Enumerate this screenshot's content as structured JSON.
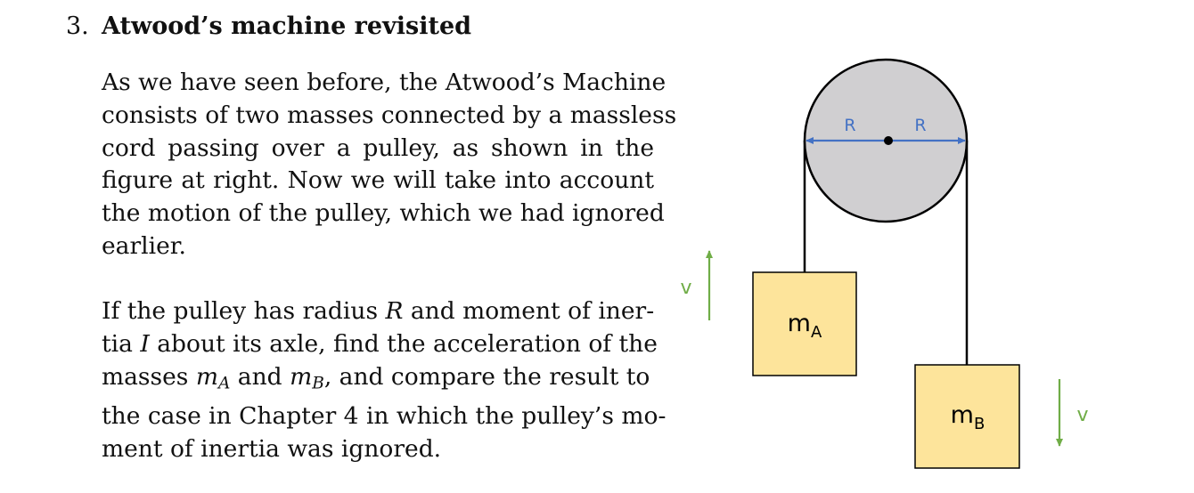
{
  "problem": {
    "number": "3.",
    "title": "Atwood’s machine revisited"
  },
  "paragraph1": {
    "lines": [
      "As we have seen before, the Atwood’s Machine",
      "consists of two masses connected by a massless",
      "cord passing over a pulley, as shown in the",
      "figure at right.  Now we will take into account",
      "the motion of the pulley, which we had ignored",
      "earlier."
    ]
  },
  "paragraph2": {
    "line1": {
      "a": "If the pulley has radius ",
      "var": "R",
      "b": " and moment of iner-"
    },
    "line2": {
      "a": "tia ",
      "var": "I",
      "b": " about its axle, find the acceleration of the"
    },
    "line3": {
      "a": "masses ",
      "m1": "m",
      "s1": "A",
      "mid": " and ",
      "m2": "m",
      "s2": "B",
      "b": ", and compare the result to"
    },
    "line4": "the case in Chapter 4 in which the pulley’s mo-",
    "line5": "ment of inertia was ignored."
  },
  "figure": {
    "radius_label_left": "R",
    "radius_label_right": "R",
    "mass_a": {
      "base": "m",
      "sub": "A"
    },
    "mass_b": {
      "base": "m",
      "sub": "B"
    },
    "velocity_left": "v",
    "velocity_right": "v",
    "colors": {
      "pulley_fill": "#d0cfd1",
      "block_fill": "#fde49b",
      "radius_arrow": "#4472c4",
      "velocity_arrow": "#70ad47",
      "outline": "#000000"
    }
  }
}
